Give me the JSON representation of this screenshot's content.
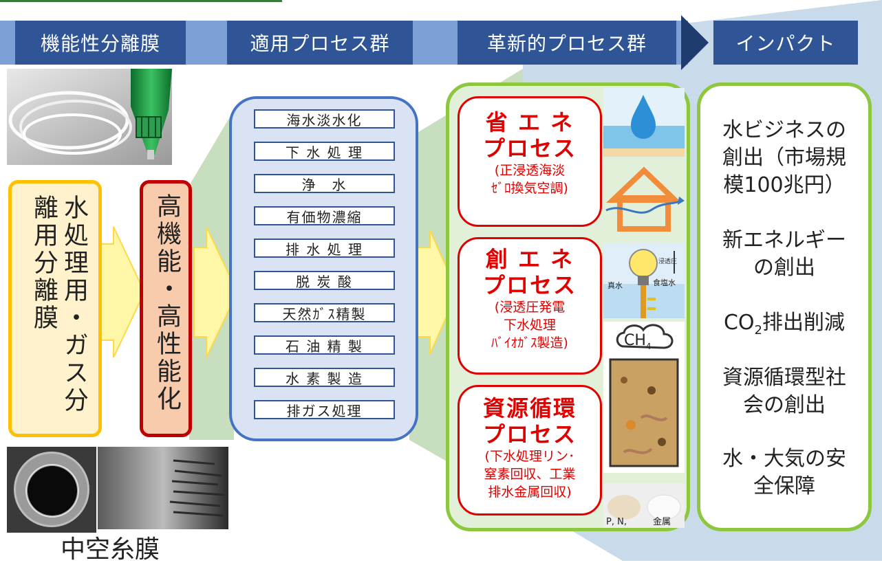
{
  "headers": [
    "機能性分離膜",
    "適用プロセス群",
    "革新的プロセス群",
    "インパクト"
  ],
  "left_box_1": "水処理用・ガス分離用分離膜",
  "left_box_2": "高機能・高性能化",
  "photo_caption": "中空糸膜",
  "process_items": [
    "海水淡水化",
    "下 水 処 理",
    "浄　水",
    "有価物濃縮",
    "排 水 処 理",
    "脱 炭 酸",
    "天然ｶﾞｽ精製",
    "石 油 精 製",
    "水 素 製 造",
    "排ガス処理"
  ],
  "innovative": [
    {
      "title_1": "省 エ ネ",
      "title_2": "プロセス",
      "sub_1": "(正浸透海淡",
      "sub_2": "ｾﾞﾛ換気空調)",
      "sub_3": ""
    },
    {
      "title_1": "創 エ ネ",
      "title_2": "プロセス",
      "sub_1": "(浸透圧発電",
      "sub_2": "下水処理",
      "sub_3": "ﾊﾞｲｵｶﾞｽ製造)"
    },
    {
      "title_1": "資源循環",
      "title_2": "プロセス",
      "sub_1": "(下水処理リン･",
      "sub_2": "窒素回収、工業",
      "sub_3": "排水金属回収)"
    }
  ],
  "icons": {
    "pressure": "浸透圧",
    "saltwater": "食塩水",
    "freshwater": "真水",
    "methane": "CH",
    "methane_sub": "4",
    "pn": "P, N,",
    "metal": "金属"
  },
  "impacts": [
    {
      "line_1": "水ビジネスの",
      "line_2": "創出（市場規",
      "line_3": "模100兆円）"
    },
    {
      "line_1": "新エネルギー",
      "line_2": "の創出"
    },
    {
      "pre": "CO",
      "sub": "2",
      "post": "排出削減"
    },
    {
      "line_1": "資源循環型社",
      "line_2": "会の創出"
    },
    {
      "line_1": "水・大気の安",
      "line_2": "全保障"
    }
  ],
  "colors": {
    "header": "#2f5597",
    "process_border": "#4472c4",
    "innov_border": "#8dc63f",
    "red": "#e00000",
    "yellow": "#ffc000",
    "darkred": "#c00000"
  }
}
